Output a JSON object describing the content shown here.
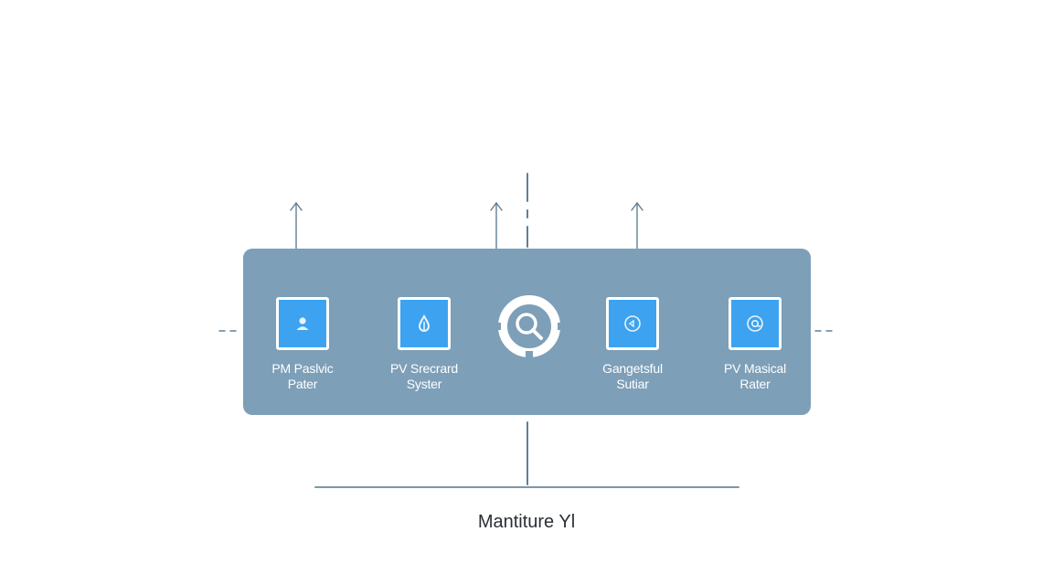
{
  "diagram": {
    "nodes": [
      {
        "id": "n1",
        "icon": "user-icon",
        "lines": [
          "PM Paslvic",
          "Pater"
        ]
      },
      {
        "id": "n2",
        "icon": "droplet-icon",
        "lines": [
          "PV Srecrard",
          "Syster"
        ]
      },
      {
        "id": "n3",
        "icon": "refresh-icon",
        "lines": [
          "Gangetsful",
          "Sutiar"
        ]
      },
      {
        "id": "n4",
        "icon": "at-sign-icon",
        "lines": [
          "PV Masical",
          "Rater"
        ]
      }
    ],
    "hub": {
      "icon": "search-icon"
    },
    "caption": "Mantiture Yl"
  },
  "colors": {
    "panel": "#7d9fb8",
    "node_fill": "#3da3f0",
    "line": "#5f7f96"
  }
}
